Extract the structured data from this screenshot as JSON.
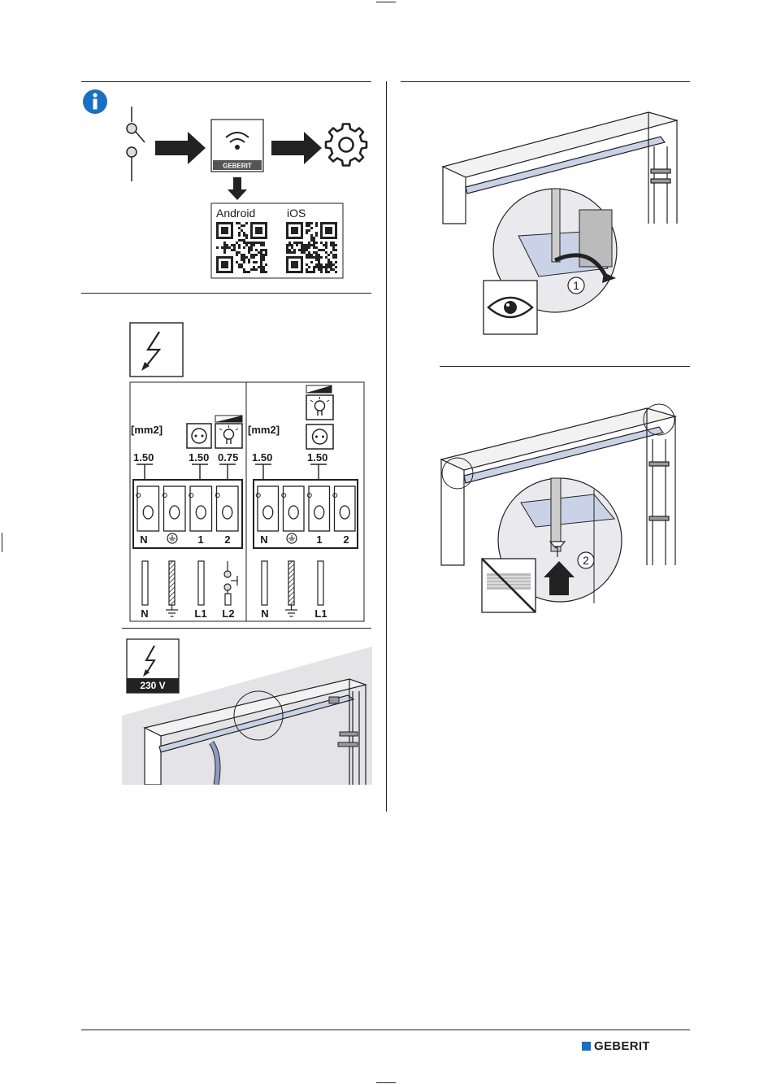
{
  "colors": {
    "accent": "#1a6fc2",
    "frame_fill": "#c9d2e6",
    "line": "#222222"
  },
  "panel1": {
    "qr_box": {
      "android_label": "Android",
      "ios_label": "iOS"
    },
    "device_brand": "GEBERIT"
  },
  "panel2": {
    "unit_label": "mm2",
    "left_block": {
      "cross_sections": [
        "1.50",
        "1.50",
        "0.75"
      ],
      "terminals": [
        "N",
        "1",
        "2"
      ],
      "wires": [
        "N",
        "L1",
        "L2"
      ]
    },
    "right_block": {
      "cross_sections": [
        "1.50",
        "1.50"
      ],
      "terminals": [
        "N",
        "1",
        "2"
      ],
      "wires": [
        "N",
        "L1"
      ]
    }
  },
  "panel3": {
    "voltage_label": "230 V"
  },
  "panel4": {
    "callout": "1"
  },
  "panel5": {
    "callout": "2"
  },
  "footer": {
    "brand": "GEBERIT"
  },
  "icons": [
    "info-icon",
    "switch-icon",
    "arrow-icon",
    "wifi-icon",
    "gear-icon",
    "qr-code-icon",
    "lightning-icon",
    "socket-icon",
    "lamp-icon",
    "eye-icon",
    "no-wipe-icon"
  ]
}
